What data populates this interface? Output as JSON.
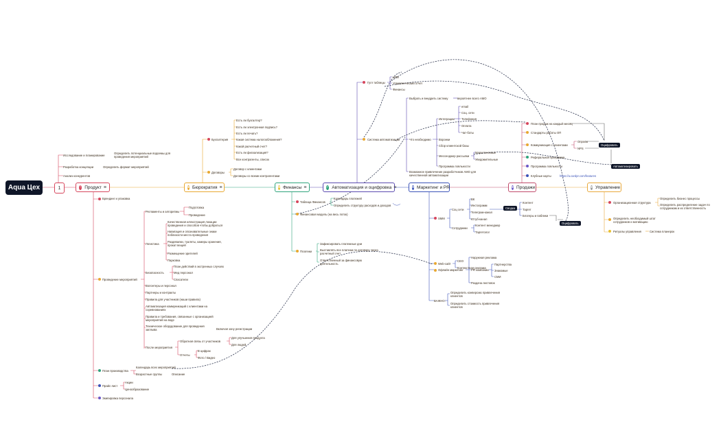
{
  "colors": {
    "root": "#0f1628",
    "product": "#d6455b",
    "bureau": "#e8a830",
    "finance": "#2ea37b",
    "auto": "#5a4ab0",
    "marketing": "#3a52b8",
    "sales": "#c04a6a",
    "mgmt": "#e8a83a"
  },
  "root": {
    "title": "Aqua Цех",
    "num": "1"
  },
  "main": [
    {
      "key": "product",
      "label": "Продукт"
    },
    {
      "key": "bureau",
      "label": "Бюрократия"
    },
    {
      "key": "finance",
      "label": "Финансы"
    },
    {
      "key": "auto",
      "label": "Автоматизация и оцифровка"
    },
    {
      "key": "marketing",
      "label": "Маркетинг и PR"
    },
    {
      "key": "sales",
      "label": "Продажи"
    },
    {
      "key": "mgmt",
      "label": "Управление"
    }
  ],
  "left_branch": {
    "research": "Исследование и планирование",
    "research_sub": "Определить потенциальные водоемы для проведения мероприятий",
    "concept": "Разработка концепции",
    "concept_sub": "Определить формат мероприятий",
    "competitors": "Анализ конкурентов"
  },
  "product": {
    "branding": "Брендинг и упаковка",
    "events": "Проведение мероприятий",
    "regs": "Регламенты и алгоритмы",
    "prep": "Подготовка",
    "holding": "Проведение",
    "logistics": "Логистика",
    "log1": "Качественная иллюстрация локации проведения и способов чтобы добраться",
    "log2": "Навигация и опознавательные знаки поблизости места проведения",
    "log3": "Раздевалки, туалеты, камеры хранения, прокат вещей",
    "log4": "Размещение зрителей",
    "log5": "Парковка",
    "safety": "Безопасность",
    "saf1": "План действий в экстренных случаях",
    "saf2": "Мед персонал",
    "saf3": "Спасатели",
    "volunteers": "Волонтеры и персонал",
    "partners": "Партнеры и контракты",
    "rules": "Правила для участников (наши правила)",
    "automation": "Автоматизация коммуникаций с клиентами на соревнованиях",
    "legal": "Правила и требования, связанные с организацией мероприятий на воде",
    "tech": "Техническое оборудование для проведения заплыва",
    "tech_sub": "Включая зону регистрации",
    "after": "После мероприятия",
    "feedback": "Обратная связь от участников",
    "fb1": "Для улучшения продукта",
    "fb2": "Для людей",
    "reports": "Отчеты",
    "rep1": "В цифрах",
    "rep2": "Фото / Видео",
    "prodplan": "План производства",
    "calendar": "Календарь всех мероприятий",
    "ages": "Возрастные группы",
    "ages_sub": "Описание",
    "price": "Прайс-лист",
    "promos": "Акции",
    "pricing": "Ценообразование",
    "staff": "Экипировка персонала"
  },
  "bureau": {
    "accounting": "Бухгалтерия",
    "q": [
      "Есть ли бухгалтер?",
      "Есть ли электронная подпись?",
      "Есть ли печать?",
      "Какая система налогообложения?",
      "Какой расчетный счет?",
      "Есть ли фискализация?",
      "Все контрагенты, список"
    ],
    "contracts": "Договоры",
    "c1": "Договор с клиентами",
    "c2": "Договоры со всеми контрагентами"
  },
  "finance": {
    "tables": "Таблица Финансов",
    "t1": "Календарь платежей",
    "t2": "Определить структуру расходов и доходов",
    "model": "Финансовая модель (на весь поток)",
    "payments": "Платежи",
    "p1": "Зафиксировать платежные дни",
    "p2": "Выставлять все платежи по договору через расчетный счет",
    "p3": "Ответственный за финансовую деятельность"
  },
  "auto": {
    "gsheets": "Гугл таблицы",
    "g1": "ЦПБ",
    "g2": "Управленческий отчет",
    "g3": "Финансы",
    "crm_choose": "Выбрать и внедрить систему",
    "crm_amo": "вероятнее всего AMO",
    "system": "Система автоматизации",
    "need": "Что необходимо",
    "integr": "Интеграции",
    "i1": "email",
    "i2": "Соц. сети",
    "i3": "Телефония",
    "i4": "Оплата",
    "i5": "Чат-боты",
    "funnels": "Воронки",
    "collect": "Сбор клиентской базы",
    "messenger": "Мессенджер рассылки",
    "m1": "Маркетинговые",
    "m2": "Уведомительные",
    "loyalty": "Программа лояльности",
    "amo_dev": "Возможное привлечение разработчиков AMO для качественной автоматизации"
  },
  "marketing": {
    "smm": "SMM",
    "social": "Соц сети",
    "vk": "ВК",
    "ig": "Инстаграмм",
    "tg": "Телеграм-канал",
    "yt": "Ютуб-канал",
    "collab": "Сотрудники",
    "content": "Контент менеджер",
    "target": "Таргетолог",
    "summary": "Сводка",
    "s1": "Контент",
    "s2": "Таргет",
    "s3": "Блогеры и паблики",
    "web": "Web-сайт",
    "seo": "СЕО",
    "ctx": "Контекстная реклама",
    "offline": "Офлайн маркетинг",
    "outdoor": "Наружная реклама",
    "pr": "PR компании",
    "pr1": "Партнерства",
    "pr2": "Знакомые",
    "pr3": "СМИ",
    "flyers": "Раздача листовок",
    "important": "ВАЖНО:",
    "imp1": "Определить конверсию привлечения клиентов",
    "imp2": "Определить стоимость привлечения клиентов"
  },
  "sales": {
    "plan": "План продаж на каждый месяц",
    "standards": "Стандарты работы ОП",
    "comm": "Коммуникация с клиентами",
    "polls": "Опросы",
    "nps": "NPS",
    "referral": "Реферальная программа",
    "loyalty": "Программа лояльности",
    "cards": "Клубные карты",
    "cards_link": "https://a.cardpr.com/features"
  },
  "mgmt": {
    "structure": "Организационная структура",
    "st1": "Определить бизнес процессы",
    "st2": "Определить распределение задач по сотрудникам и их ответственность",
    "staff": "Определить необходимый штат сотрудников и мотивацию",
    "rituals": "Ритуалы управления",
    "rit1": "Система планерок"
  },
  "tags": {
    "digitize1": "Оцифровать",
    "automate": "Автоматизировать",
    "digitize2": "Оцифровать"
  }
}
